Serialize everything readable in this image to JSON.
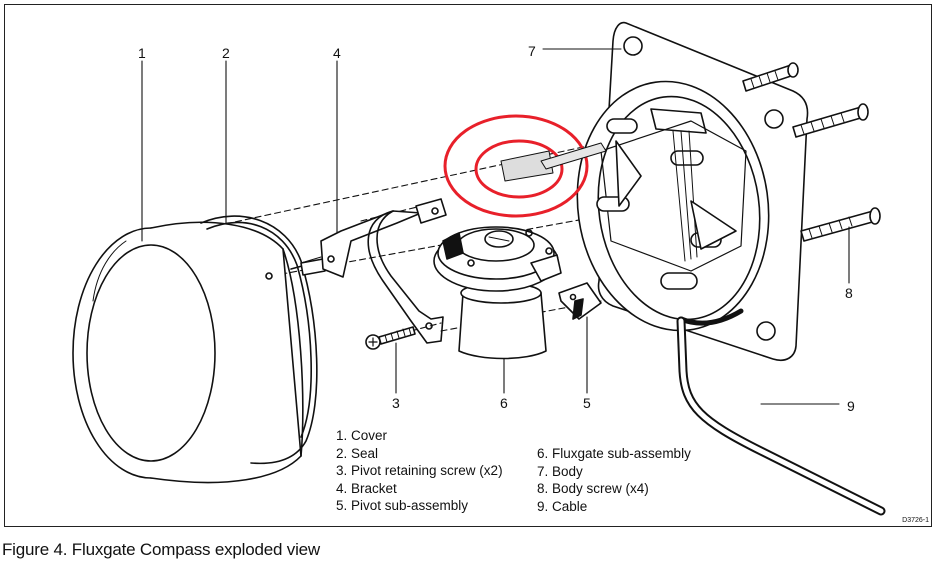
{
  "callouts": [
    "1",
    "2",
    "3",
    "4",
    "5",
    "6",
    "7",
    "8",
    "9"
  ],
  "legend": {
    "left": [
      "1. Cover",
      "2. Seal",
      "3. Pivot retaining screw (x2)",
      "4. Bracket",
      "5. Pivot sub-assembly"
    ],
    "right": [
      "6. Fluxgate sub-assembly",
      "7. Body",
      "8. Body screw (x4)",
      "9. Cable"
    ]
  },
  "drawing_code": "D3726-1",
  "caption": "Figure 4. Fluxgate Compass exploded view",
  "colors": {
    "line": "#111111",
    "highlight": "#e8202a",
    "background": "#ffffff"
  }
}
